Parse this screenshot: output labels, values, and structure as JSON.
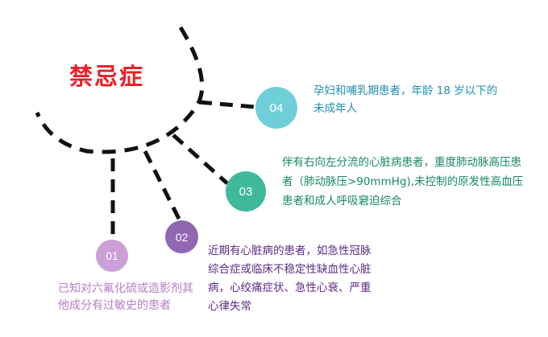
{
  "title": "禁忌症",
  "colors": {
    "title": "#e8202a",
    "dash": "#111111",
    "node_1": "#cc9fd6",
    "node_2": "#9167b0",
    "node_3": "#3fb99a",
    "node_4": "#6fcfd9",
    "text_1": "#b77cc6",
    "text_2": "#5b2a86",
    "text_3": "#16895f",
    "text_4": "#1f8fb0"
  },
  "items": [
    {
      "number": "01",
      "text": "已知对六氟化硫或造影剂其他成分有过敏史的患者"
    },
    {
      "number": "02",
      "text": "近期有心脏病的患者，如急性冠脉综合症或临床不稳定性缺血性心脏病，心绞痛症状、急性心衰、严重心律失常"
    },
    {
      "number": "03",
      "text": "伴有右向左分流的心脏病患者，重度肺动脉高压患者（肺动脉压>90mmHg),未控制的原发性高血压患者和成人呼吸窘迫综合"
    },
    {
      "number": "04",
      "text": "孕妇和哺乳期患者，年龄 18 岁以下的未成年人"
    }
  ]
}
